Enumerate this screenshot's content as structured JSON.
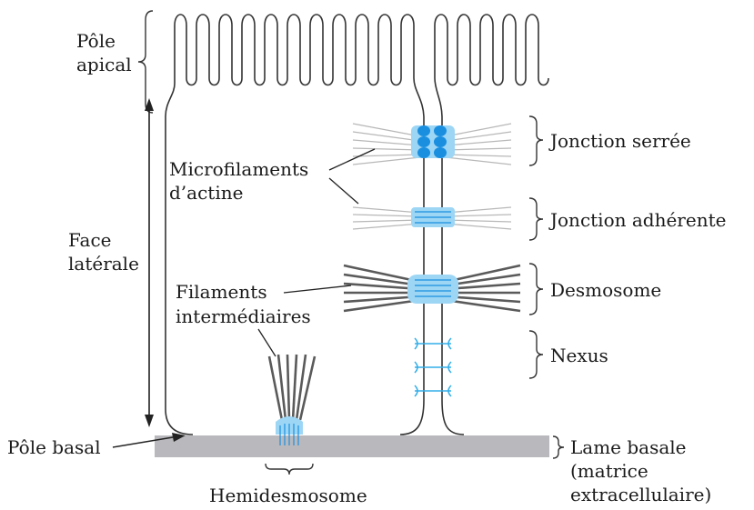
{
  "labels": {
    "pole_apical_1": "Pôle",
    "pole_apical_2": "apical",
    "face_laterale_1": "Face",
    "face_laterale_2": "latérale",
    "pole_basal": "Pôle basal",
    "microfilaments_1": "Microfilaments",
    "microfilaments_2": "d’actine",
    "filaments_1": "Filaments",
    "filaments_2": "intermédiaires",
    "jonction_serree": "Jonction serrée",
    "jonction_adherente": "Jonction adhérente",
    "desmosome": "Desmosome",
    "nexus": "Nexus",
    "lame_basale_1": "Lame basale",
    "lame_basale_2": "(matrice",
    "lame_basale_3": "extracellulaire)",
    "hemidesmosome": "Hemidesmosome"
  },
  "colors": {
    "line": "#2b2b2b",
    "membrane": "#333333",
    "actin": "#b8b8b8",
    "intermediate": "#5a5a5a",
    "tight_dark": "#1a8fe0",
    "tight_light": "#9dd6f5",
    "junction_blue": "#33aee8",
    "basal_lamina": "#b9b9bd"
  }
}
